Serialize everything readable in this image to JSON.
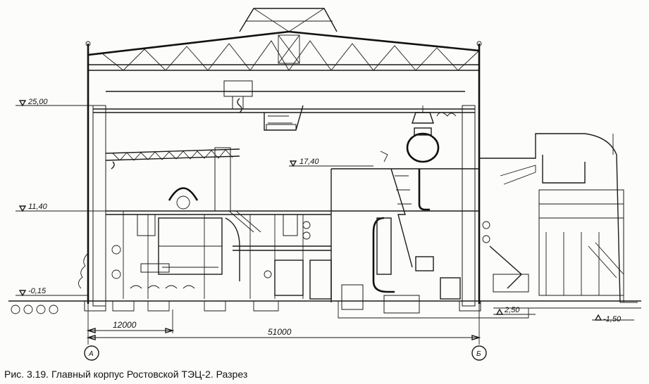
{
  "caption": "Рис. 3.19. Главный корпус Ростовской ТЭЦ-2. Разрез",
  "elevations": {
    "e1": "25,00",
    "e2": "11,40",
    "e3": "-0,15",
    "e4": "17,40",
    "e5": "2,50",
    "e6": "-1,50"
  },
  "dimensions": {
    "d1": "12000",
    "d2": "51000"
  },
  "axes": {
    "a": "А",
    "b": "Б"
  }
}
